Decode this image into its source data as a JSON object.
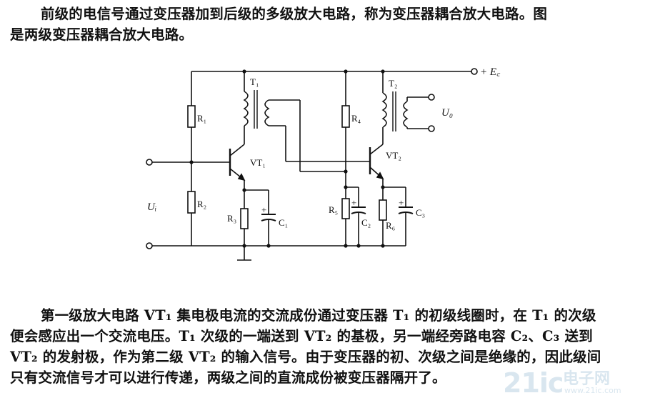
{
  "intro": {
    "line1": "前级的电信号通过变压器加到后级的多级放大电路，称为变压器耦合放大电路。图",
    "line2": "是两级变压器耦合放大电路。"
  },
  "circuit": {
    "labels": {
      "T1": "T₁",
      "T2": "T₂",
      "Ec": "+ E꜀",
      "Uo": "U₀",
      "Ui": "Uᵢ",
      "R1": "R₁",
      "R2": "R₂",
      "R3": "R₃",
      "R4": "R₄",
      "R5": "R₅",
      "R6": "R₆",
      "C1": "C₁",
      "C2": "C₂",
      "C3": "C₃",
      "VT1": "VT₁",
      "VT2": "VT₂",
      "plus": "+"
    }
  },
  "body": {
    "line1": "第一级放大电路 VT₁ 集电极电流的交流成份通过变压器 T₁ 的初级线圈时，在 T₁ 的次级",
    "line2": "便会感应出一个交流电压。T₁ 次级的一端送到 VT₂ 的基极，另一端经旁路电容 C₂、C₃ 送到",
    "line3": "VT₂ 的发射极，作为第二级 VT₂ 的输入信号。由于变压器的初、次级之间是绝缘的，因此级间",
    "line4": "只有交流信号才可以进行传递，两级之间的直流成份被变压器隔开了。"
  },
  "watermark": {
    "brand": "21ic",
    "cn": "电子网",
    "url": "www.21ic.com"
  }
}
